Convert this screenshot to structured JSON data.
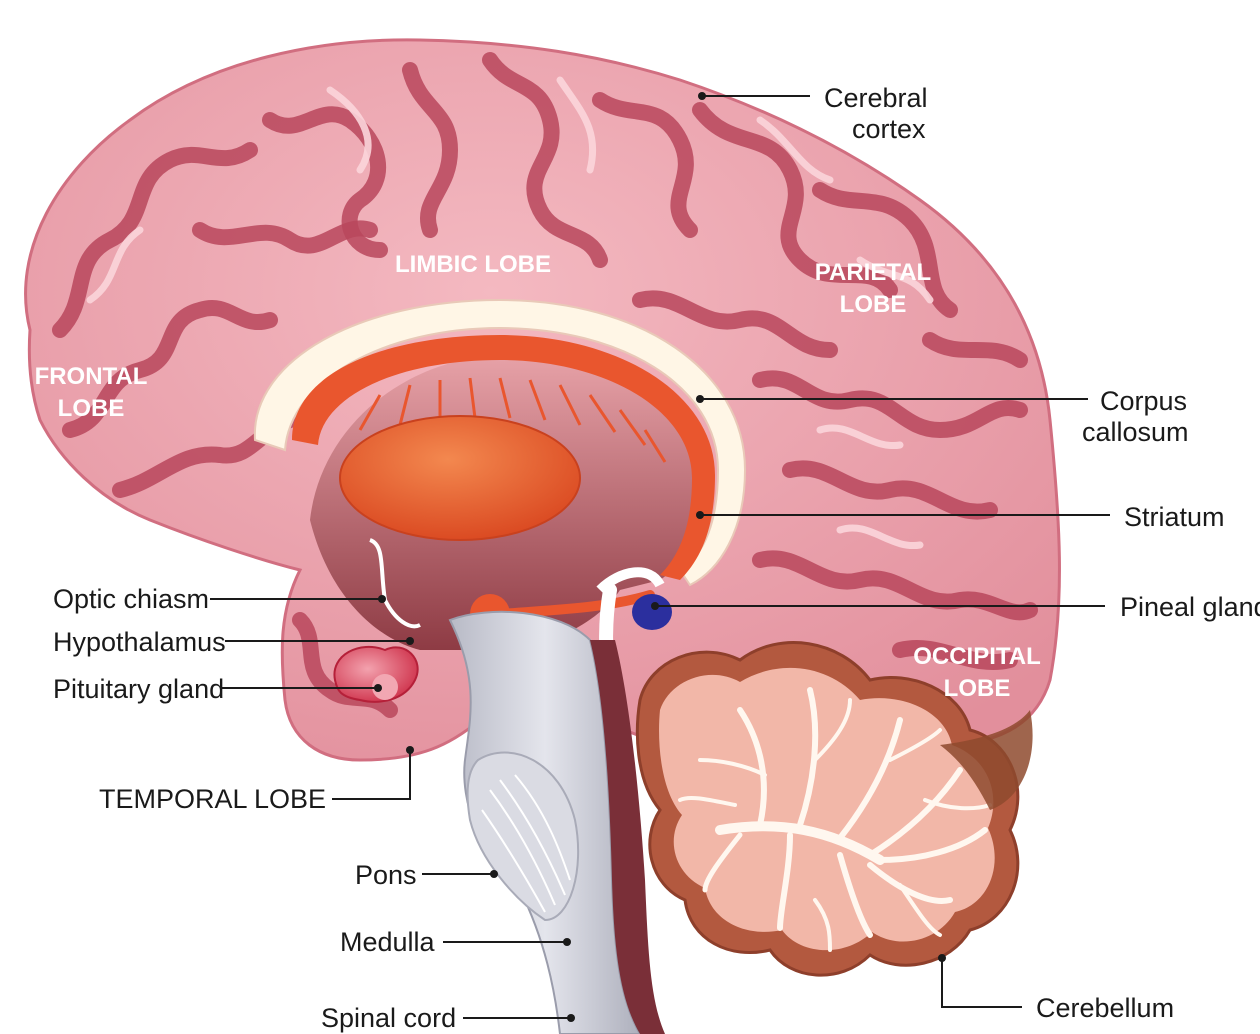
{
  "lobes": {
    "limbic": "LIMBIC LOBE",
    "parietal_1": "PARIETAL",
    "parietal_2": "LOBE",
    "frontal_1": "FRONTAL",
    "frontal_2": "LOBE",
    "occipital_1": "OCCIPITAL",
    "occipital_2": "LOBE"
  },
  "labels": {
    "cerebral_cortex_1": "Cerebral",
    "cerebral_cortex_2": "cortex",
    "corpus_callosum_1": "Corpus",
    "corpus_callosum_2": "callosum",
    "striatum": "Striatum",
    "pineal_gland": "Pineal gland",
    "optic_chiasm": "Optic chiasm",
    "hypothalamus": "Hypothalamus",
    "pituitary_gland": "Pituitary gland",
    "temporal_lobe": "TEMPORAL LOBE",
    "pons": "Pons",
    "medulla": "Medulla",
    "spinal_cord": "Spinal cord",
    "cerebellum": "Cerebellum"
  },
  "colors": {
    "cortex": "#eba1ac",
    "sulcus": "#b9465c",
    "striatum": "#e9562e",
    "corpus_callosum": "#fff6e6",
    "brainstem": "#c9cbd4",
    "cerebellum_outer": "#b3593f",
    "cerebellum_inner": "#f2b7a8",
    "pineal": "#2b2f9e",
    "pituitary": "#d7334c"
  }
}
